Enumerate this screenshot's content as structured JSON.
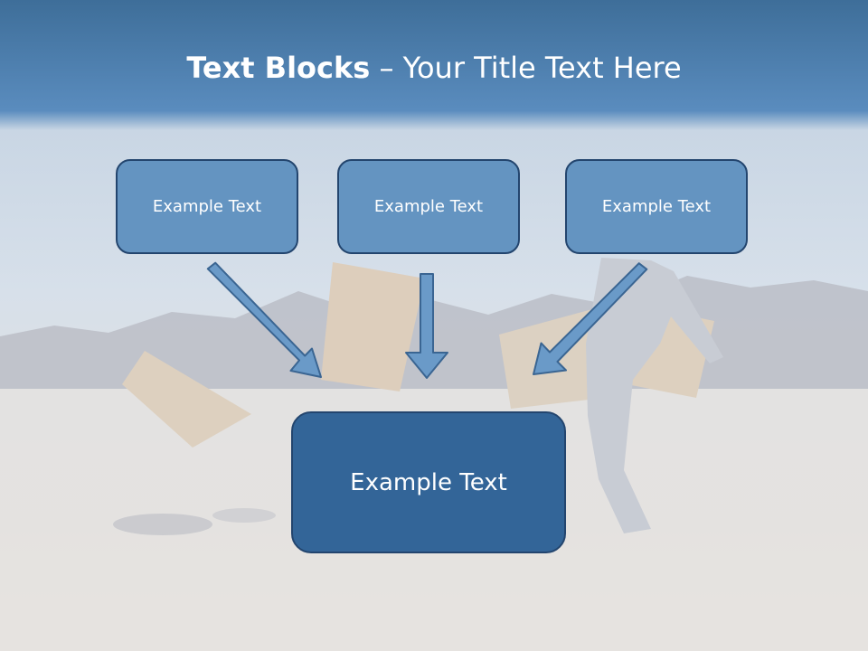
{
  "slide": {
    "title_bold": "Text Blocks",
    "title_rest": "– Your Title Text Here"
  },
  "blocks": {
    "top": [
      "Example Text",
      "Example Text",
      "Example Text"
    ],
    "bottom": "Example Text"
  },
  "colors": {
    "header_blue": "#4a7fae",
    "small_box_fill": "#6494c1",
    "big_box_fill": "#336598",
    "box_border": "#23456e",
    "arrow_fill": "#6a9ac8"
  }
}
